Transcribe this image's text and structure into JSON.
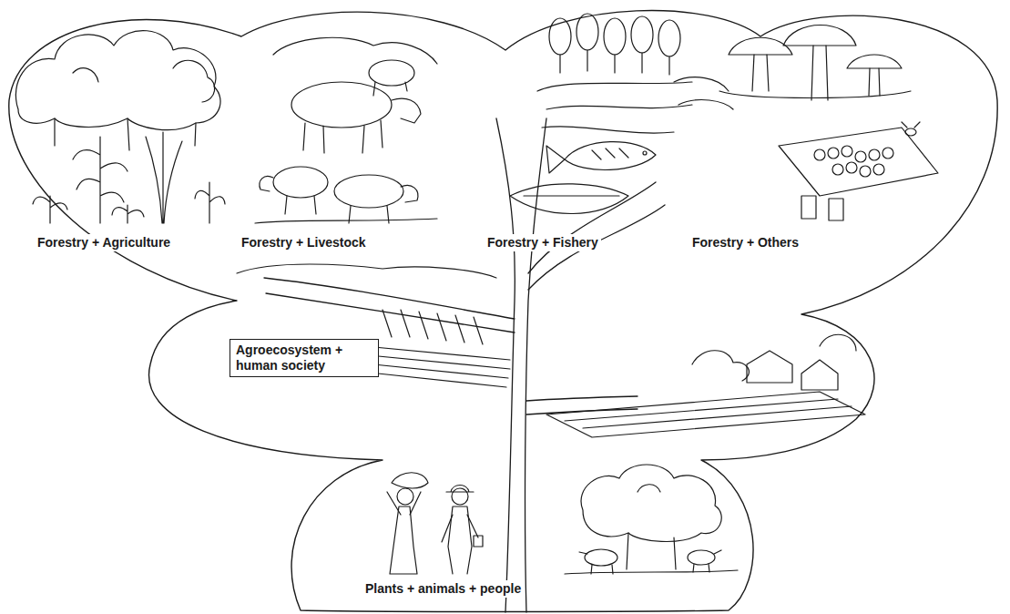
{
  "diagram": {
    "nodes": [
      {
        "text": [
          "Agroecosystem + human society"
        ]
      }
    ],
    "labels": [
      "Forestry + Agriculture",
      "Forestry + Livestock",
      "Forestry + Fishery",
      "Forestry + Others",
      "Plants + animals + people"
    ]
  }
}
